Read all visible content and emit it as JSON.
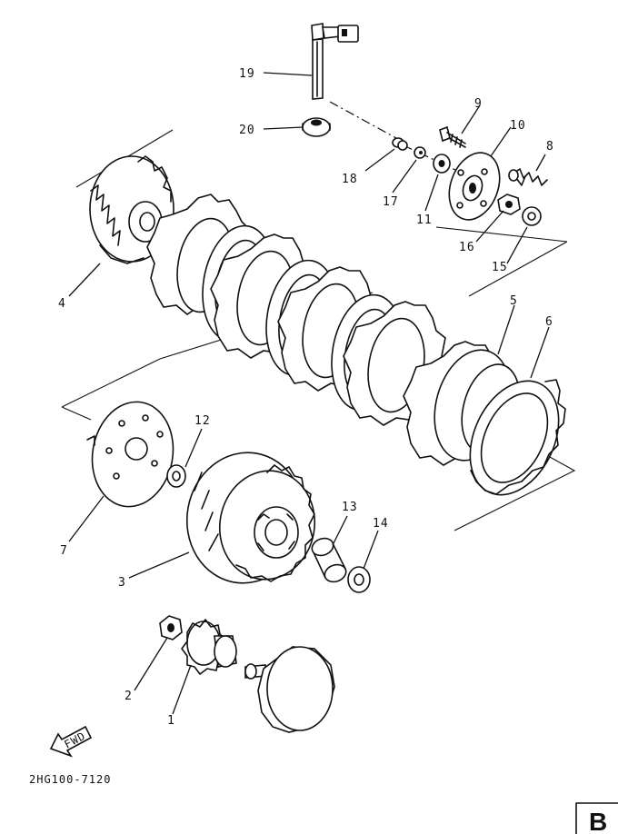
{
  "diagram": {
    "part_numbers": [
      "19",
      "20",
      "9",
      "10",
      "8",
      "18",
      "17",
      "11",
      "16",
      "15",
      "4",
      "5",
      "6",
      "12",
      "7",
      "13",
      "14",
      "3",
      "2",
      "1"
    ],
    "fwd_label": "FWD",
    "code": "2HG100-7120",
    "corner_letter": "B"
  }
}
